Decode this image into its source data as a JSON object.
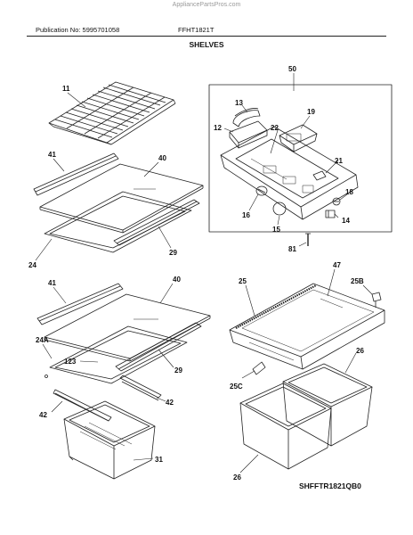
{
  "watermark": "AppliancePartsPros.com",
  "header": {
    "publication": "Publication No: 5995701058",
    "model": "FFHT1821T",
    "section": "SHELVES"
  },
  "figure_code": "SHFFTR1821QB0",
  "callouts": {
    "c11": "11",
    "c41a": "41",
    "c40a": "40",
    "c29a": "29",
    "c24": "24",
    "c41b": "41",
    "c40b": "40",
    "c24a": "24A",
    "c123": "123",
    "c29b": "29",
    "c42a": "42",
    "c42b": "42",
    "c31": "31",
    "c50": "50",
    "c13": "13",
    "c12": "12",
    "c22": "22",
    "c19": "19",
    "c21": "21",
    "c18": "18",
    "c16": "16",
    "c15": "15",
    "c14": "14",
    "c81": "81",
    "c47": "47",
    "c25": "25",
    "c25b": "25B",
    "c25c": "25C",
    "c26a": "26",
    "c26b": "26"
  }
}
